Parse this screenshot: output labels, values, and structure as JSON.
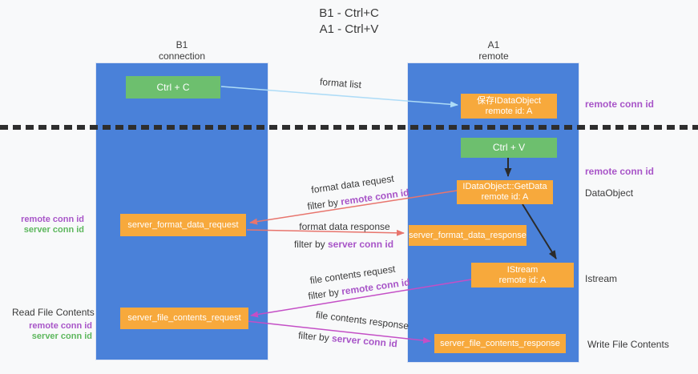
{
  "title": {
    "line1": "B1 - Ctrl+C",
    "line2": "A1 - Ctrl+V"
  },
  "columns": {
    "left": {
      "name": "B1",
      "sub": "connection"
    },
    "right": {
      "name": "A1",
      "sub": "remote"
    }
  },
  "nodes": {
    "ctrl_c": "Ctrl + C",
    "ctrl_v": "Ctrl + V",
    "save_dataobject_line1": "保存IDataObject",
    "save_dataobject_line2": "remote id: A",
    "getdata_line1": "IDataObject::GetData",
    "getdata_line2": "remote id: A",
    "istream_line1": "IStream",
    "istream_line2": "remote id: A",
    "format_request": "server_format_data_request",
    "format_response": "server_format_data_response",
    "file_request": "server_file_contents_request",
    "file_response": "server_file_contents_response"
  },
  "arrows": {
    "format_list": "format list",
    "format_data_request": "format data request",
    "format_data_response": "format data response",
    "file_contents_request": "file contents request",
    "file_contents_response": "file contents response",
    "filter_by": "filter by ",
    "remote_conn_id": "remote conn id",
    "server_conn_id": "server conn id"
  },
  "side_labels": {
    "remote_conn_id": "remote conn id",
    "server_conn_id": "server conn id",
    "read_file_contents": "Read File Contents",
    "write_file_contents": "Write File Contents",
    "dataobject": "DataObject",
    "istream": "Istream"
  },
  "colors": {
    "column_blue": "#4a81d9",
    "box_green": "#6dbf6e",
    "box_orange": "#f7a93c",
    "arrow_lightblue": "#aedcf7",
    "arrow_black": "#2b2b2b",
    "arrow_red": "#e8756d",
    "arrow_magenta": "#c44fc6",
    "text_purple": "#a855c8",
    "text_green": "#5db75d",
    "text_dark": "#3a3a3a",
    "background": "#f8f9fa"
  }
}
